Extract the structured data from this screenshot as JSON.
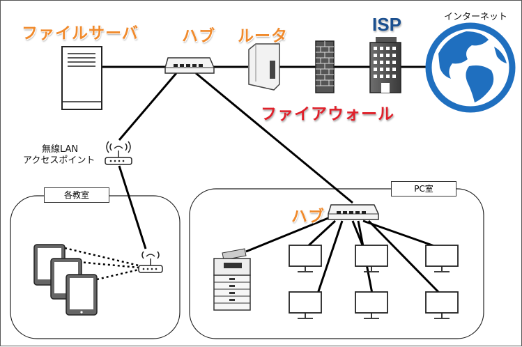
{
  "labels": {
    "file_server": "ファイルサーバ",
    "hub_top": "ハブ",
    "router": "ルータ",
    "isp": "ISP",
    "internet": "インターネット",
    "firewall": "ファイアウォール",
    "wireless_line1": "無線LAN",
    "wireless_line2": "アクセスポイント",
    "classroom": "各教室",
    "pc_room": "PC室",
    "hub_pc": "ハブ"
  },
  "colors": {
    "accent_orange": "#f08a2c",
    "accent_red": "#e0202a",
    "isp_blue": "#1a4f8f",
    "globe_blue": "#1f6fbf"
  }
}
